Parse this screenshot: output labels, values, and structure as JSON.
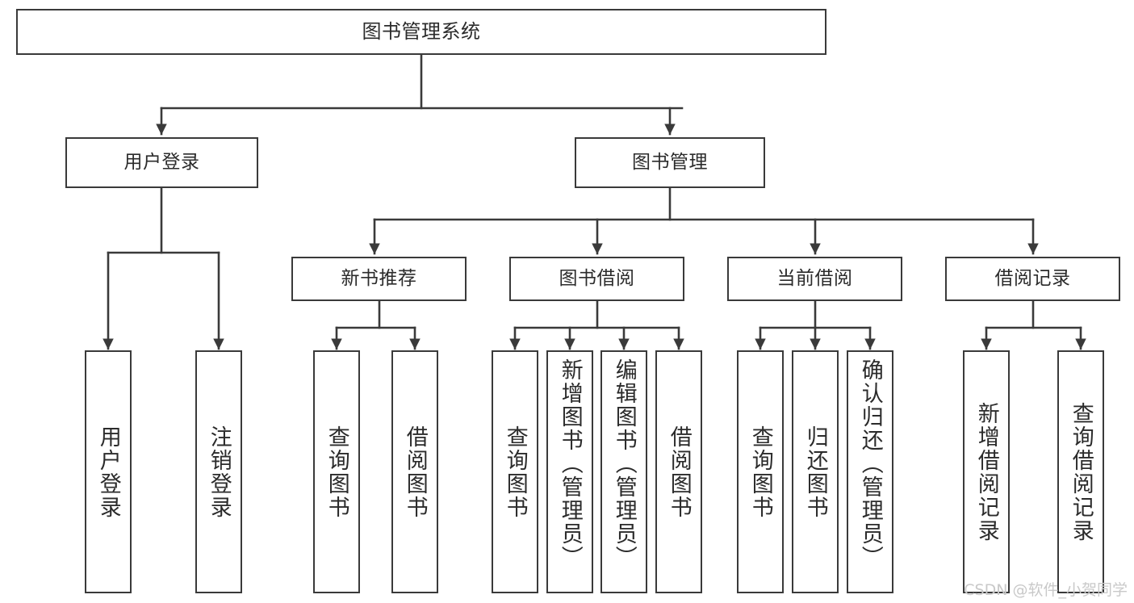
{
  "diagram": {
    "title": "图书管理系统",
    "type": "tree-hierarchy",
    "watermark": "CSDN @软件_小贺同学",
    "stroke_color": "#3a3a3a",
    "text_color": "#2b2b2b",
    "background_color": "#ffffff",
    "watermark_color": "#c9c9c9"
  },
  "nodes": {
    "root": {
      "label": "图书管理系统"
    },
    "level1": [
      {
        "id": "user-login",
        "label": "用户登录"
      },
      {
        "id": "book-management",
        "label": "图书管理"
      }
    ],
    "level2": [
      {
        "id": "new-book-recommend",
        "label": "新书推荐"
      },
      {
        "id": "book-borrow",
        "label": "图书借阅"
      },
      {
        "id": "current-borrow",
        "label": "当前借阅"
      },
      {
        "id": "borrow-record",
        "label": "借阅记录"
      }
    ],
    "leaves": {
      "user-login": [
        {
          "id": "leaf-user-login",
          "label": "用户登录"
        },
        {
          "id": "leaf-logout",
          "label": "注销登录"
        }
      ],
      "new-book-recommend": [
        {
          "id": "leaf-query-book-1",
          "label": "查询图书"
        },
        {
          "id": "leaf-borrow-book-1",
          "label": "借阅图书"
        }
      ],
      "book-borrow": [
        {
          "id": "leaf-query-book-2",
          "label": "查询图书"
        },
        {
          "id": "leaf-add-book",
          "label": "新增图书（管理员）"
        },
        {
          "id": "leaf-edit-book",
          "label": "编辑图书（管理员）"
        },
        {
          "id": "leaf-borrow-book-2",
          "label": "借阅图书"
        }
      ],
      "current-borrow": [
        {
          "id": "leaf-query-book-3",
          "label": "查询图书"
        },
        {
          "id": "leaf-return-book",
          "label": "归还图书"
        },
        {
          "id": "leaf-confirm-return",
          "label": "确认归还（管理员）"
        }
      ],
      "borrow-record": [
        {
          "id": "leaf-add-record",
          "label": "新增借阅记录"
        },
        {
          "id": "leaf-query-record",
          "label": "查询借阅记录"
        }
      ]
    }
  }
}
